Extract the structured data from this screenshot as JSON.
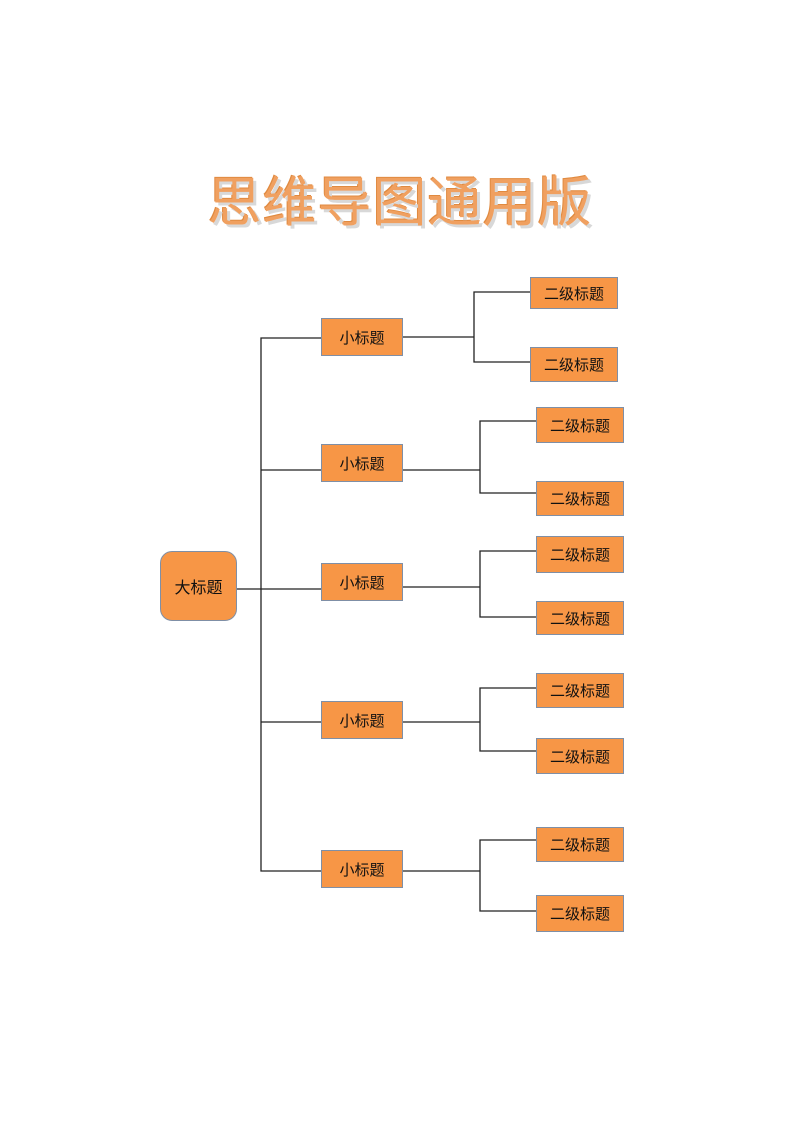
{
  "title": "思维导图通用版",
  "colors": {
    "box_fill": "#f79646",
    "box_border": "#7f8fa6",
    "title": "#f0a060",
    "line": "#222222"
  },
  "main_topic": "大标题",
  "subtopics": [
    {
      "label": "小标题",
      "children": [
        "二级标题",
        "二级标题"
      ]
    },
    {
      "label": "小标题",
      "children": [
        "二级标题",
        "二级标题"
      ]
    },
    {
      "label": "小标题",
      "children": [
        "二级标题",
        "二级标题"
      ]
    },
    {
      "label": "小标题",
      "children": [
        "二级标题",
        "二级标题"
      ]
    },
    {
      "label": "小标题",
      "children": [
        "二级标题",
        "二级标题"
      ]
    }
  ]
}
